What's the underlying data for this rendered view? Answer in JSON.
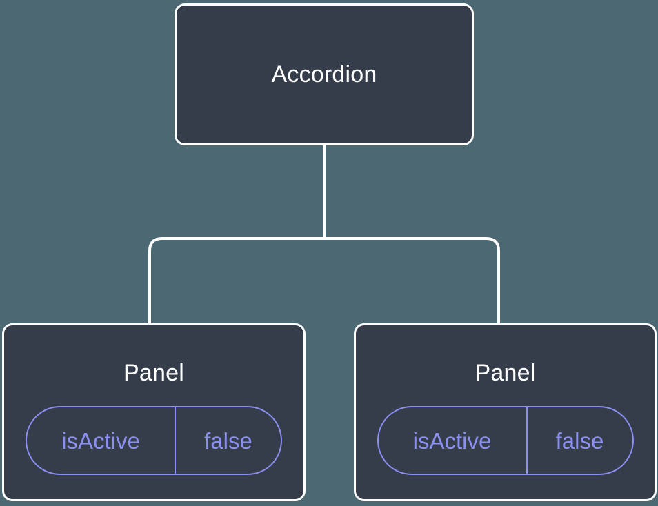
{
  "diagram": {
    "type": "component-tree",
    "background_color": "#4c6872",
    "node_fill_color": "#353c4a",
    "node_border_color": "#ffffff",
    "edge_color": "#ffffff",
    "accent_color": "#8b8ff0",
    "root": {
      "title": "Accordion"
    },
    "children": [
      {
        "title": "Panel",
        "props": [
          {
            "key": "isActive",
            "value": "false"
          }
        ]
      },
      {
        "title": "Panel",
        "props": [
          {
            "key": "isActive",
            "value": "false"
          }
        ]
      }
    ]
  }
}
